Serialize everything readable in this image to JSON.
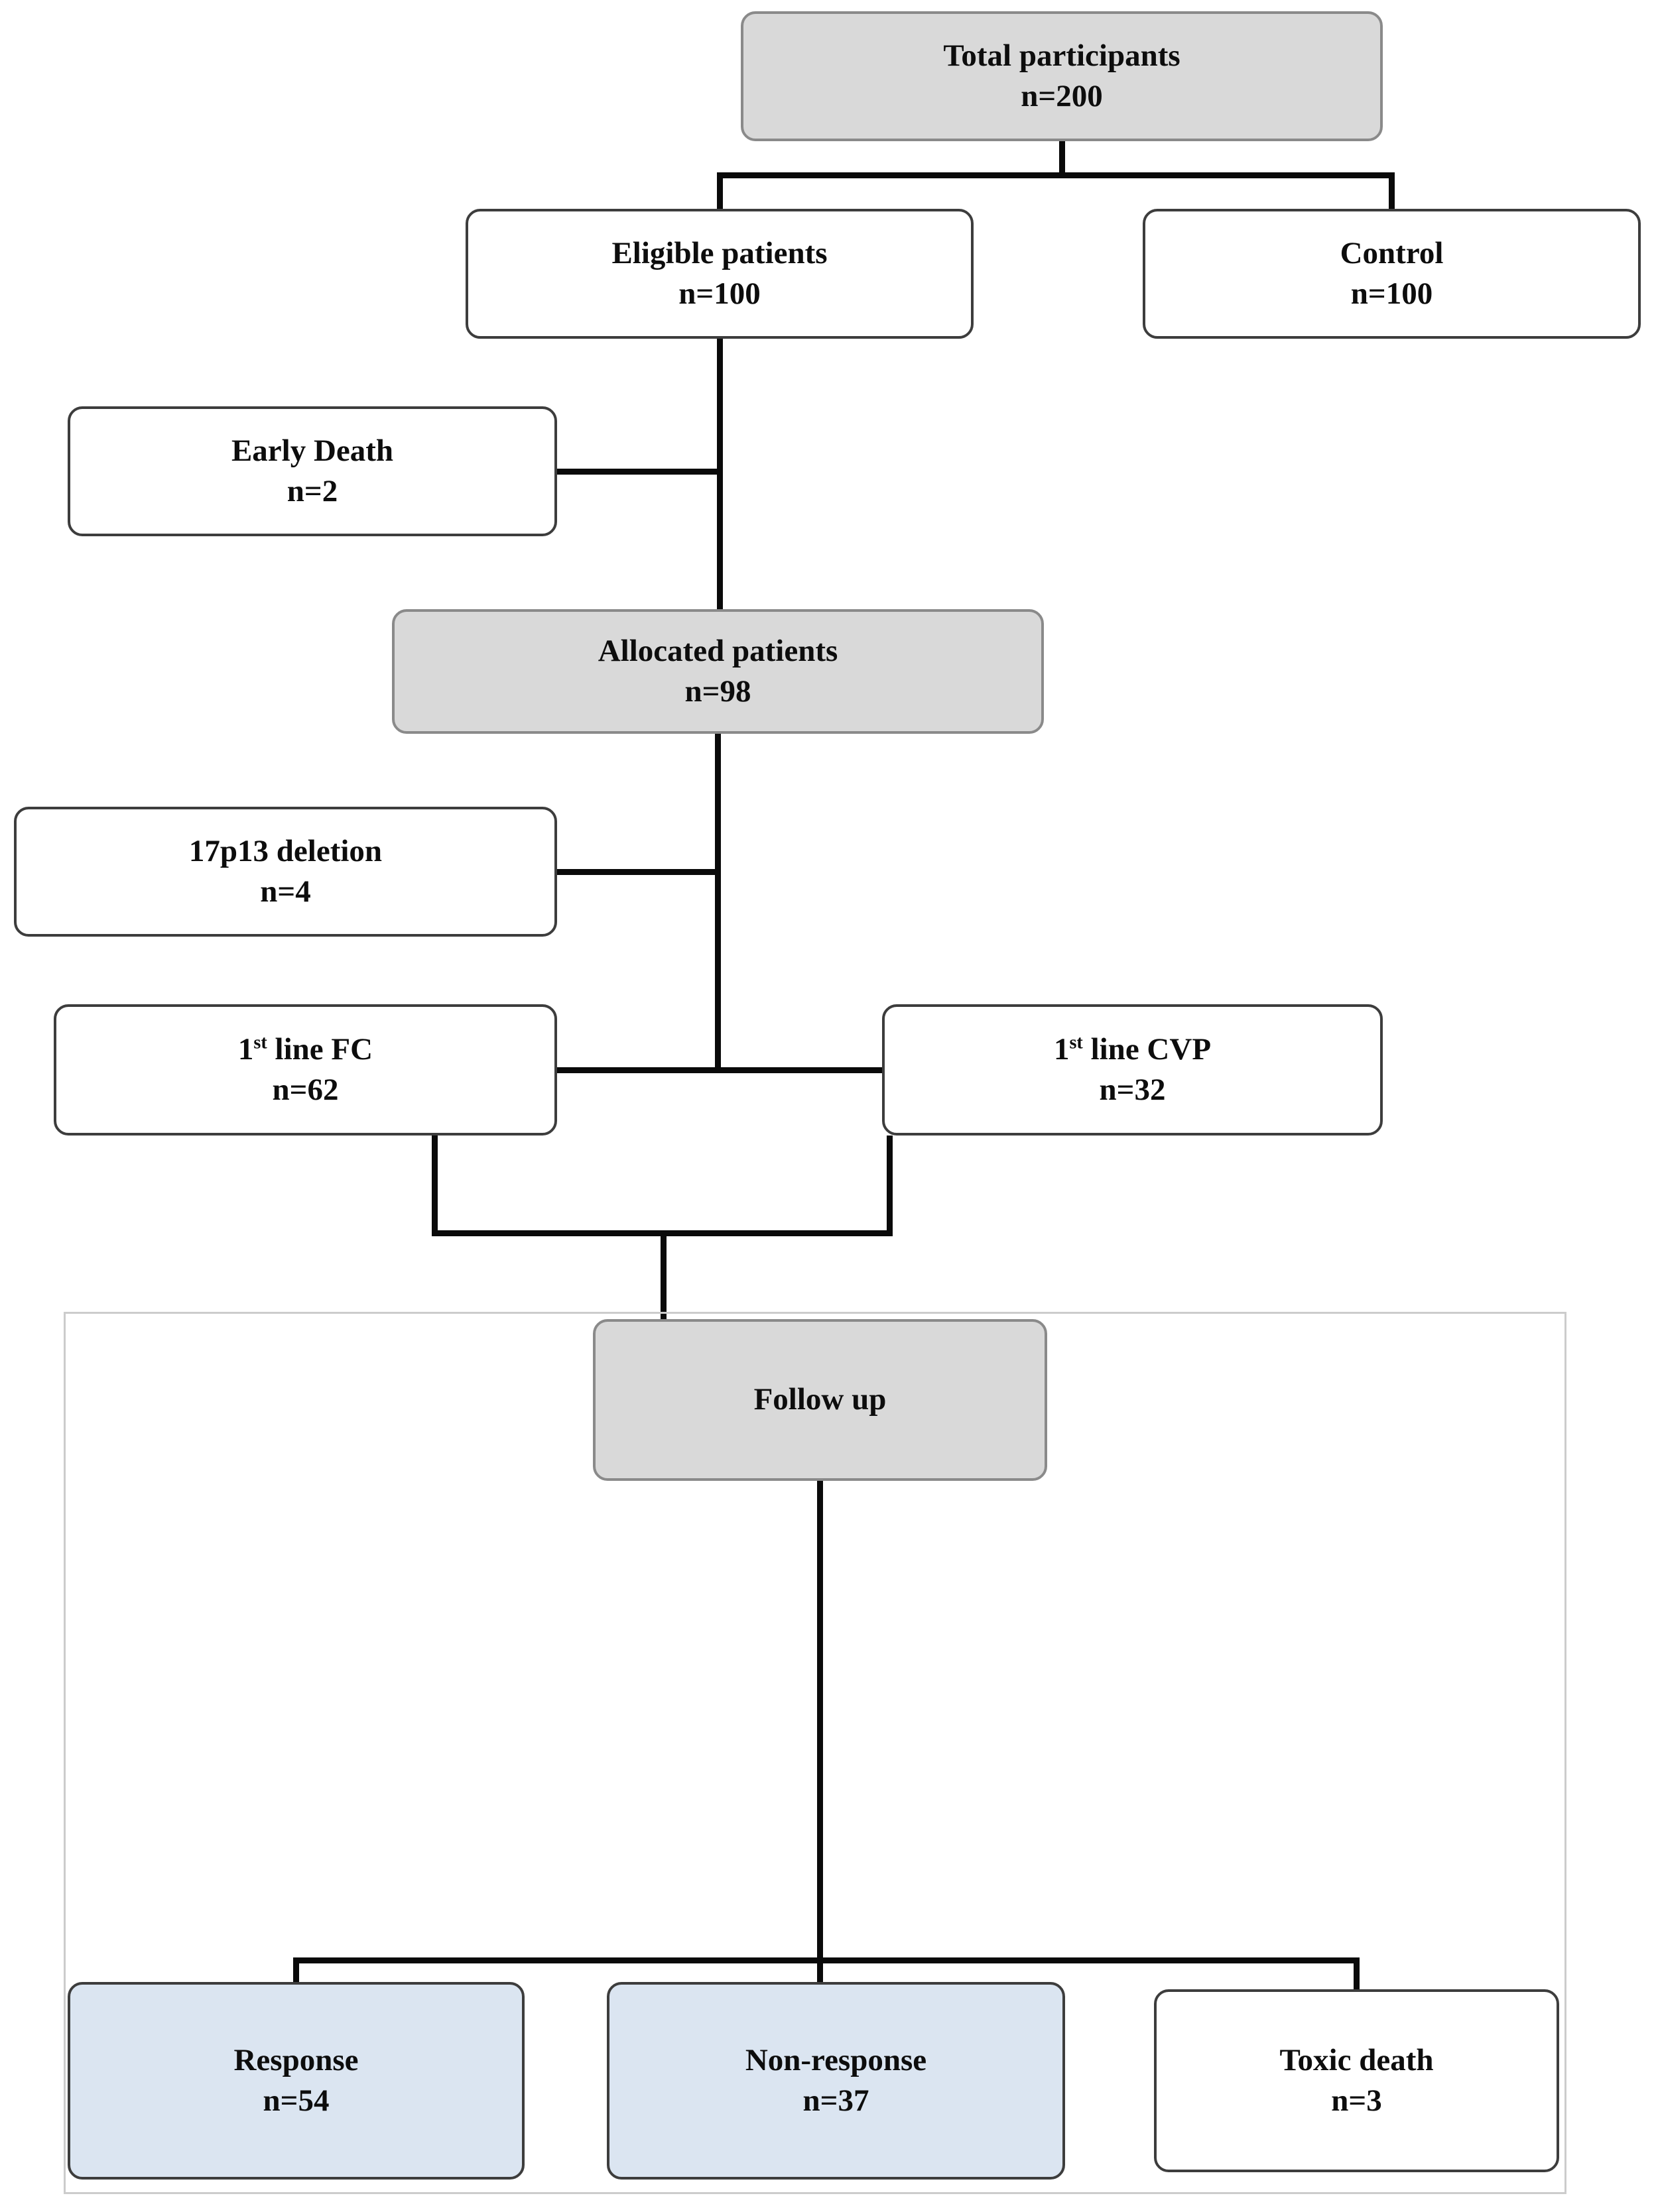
{
  "colors": {
    "gray_fill": "#d9d9d9",
    "gray_border": "#8a8a8a",
    "white_fill": "#ffffff",
    "blue_fill": "#dbe5f1",
    "box_border": "#3d3d3d",
    "connector": "#0a0a0a",
    "frame_border": "#cccccc"
  },
  "boxes": {
    "total": {
      "line1": "Total participants",
      "line2": "n=200"
    },
    "eligible": {
      "line1": "Eligible patients",
      "line2": "n=100"
    },
    "control": {
      "line1": "Control",
      "line2": "n=100"
    },
    "early_death": {
      "line1": "Early Death",
      "line2": "n=2"
    },
    "allocated": {
      "line1": "Allocated patients",
      "line2": "n=98"
    },
    "deletion_17p13": {
      "line1": "17p13 deletion",
      "line2": "n=4"
    },
    "first_line_fc": {
      "base": "1",
      "sup": "st",
      "rest": " line FC",
      "line2": "n=62"
    },
    "first_line_cvp": {
      "base": "1",
      "sup": "st",
      "rest": " line CVP",
      "line2": "n=32"
    },
    "follow_up": {
      "line1": "Follow up"
    },
    "response": {
      "line1": "Response",
      "line2": "n=54"
    },
    "non_response": {
      "line1": "Non-response",
      "line2": "n=37"
    },
    "toxic_death": {
      "line1": "Toxic death",
      "line2": "n=3"
    }
  }
}
